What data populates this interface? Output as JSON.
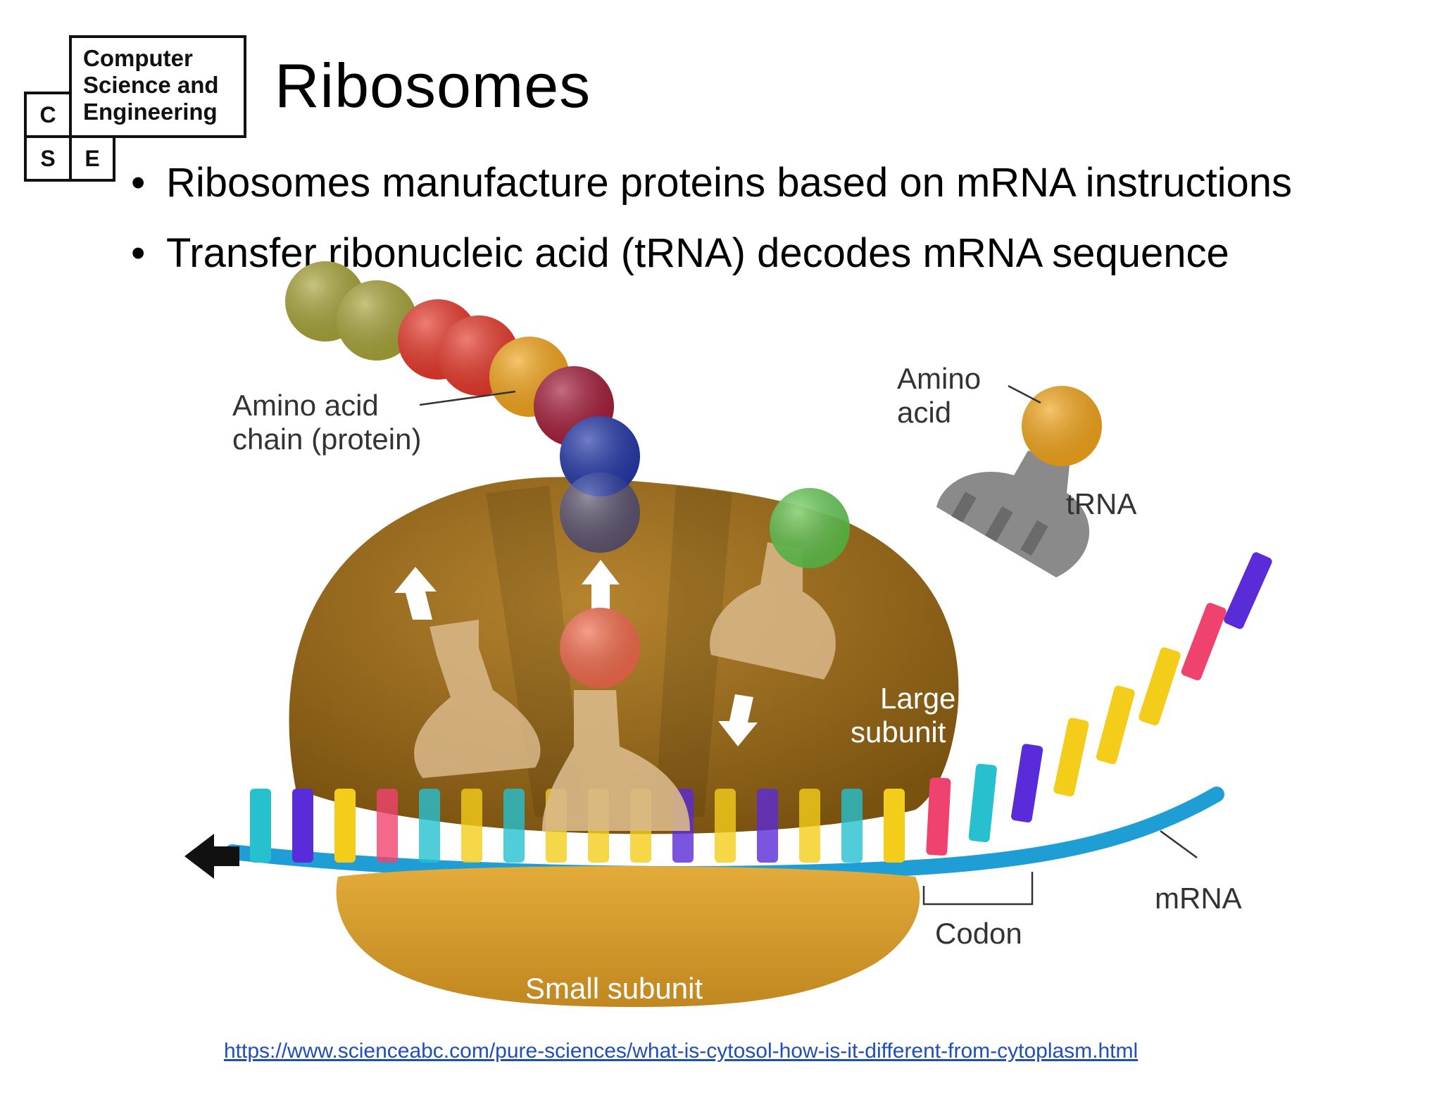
{
  "logo": {
    "words": [
      "Computer",
      "Science and",
      "Engineering"
    ],
    "letters": {
      "c": "C",
      "s": "S",
      "e": "E"
    }
  },
  "title": "Ribosomes",
  "bullets": [
    "Ribosomes manufacture proteins based on mRNA instructions",
    "Transfer ribonucleic acid (tRNA) decodes mRNA sequence"
  ],
  "diagram": {
    "labels": {
      "amino_acid_chain_line1": "Amino acid",
      "amino_acid_chain_line2": "chain (protein)",
      "amino_acid_line1": "Amino",
      "amino_acid_line2": "acid",
      "trna": "tRNA",
      "large_subunit_line1": "Large",
      "large_subunit_line2": "subunit",
      "mrna": "mRNA",
      "codon": "Codon",
      "small_subunit": "Small subunit"
    },
    "colors": {
      "large_subunit": "#9a6b1e",
      "small_subunit": "#d29a2a",
      "mrna_strand": "#1f9ed6",
      "trna": "#d9b98a",
      "free_trna": "#8a8a8a",
      "amino_olive": "#a8a43a",
      "amino_red": "#e8382a",
      "amino_orange": "#f3a51a",
      "amino_maroon": "#a51c3a",
      "amino_blue": "#2337a8",
      "amino_green": "#5cc94a",
      "amino_salmon": "#f26a4a",
      "base_cyan": "#26c0cf",
      "base_purple": "#5a2bd8",
      "base_yellow": "#f4cd1a",
      "base_pink": "#f0426e"
    }
  },
  "source_url": "https://www.scienceabc.com/pure-sciences/what-is-cytosol-how-is-it-different-from-cytoplasm.html"
}
